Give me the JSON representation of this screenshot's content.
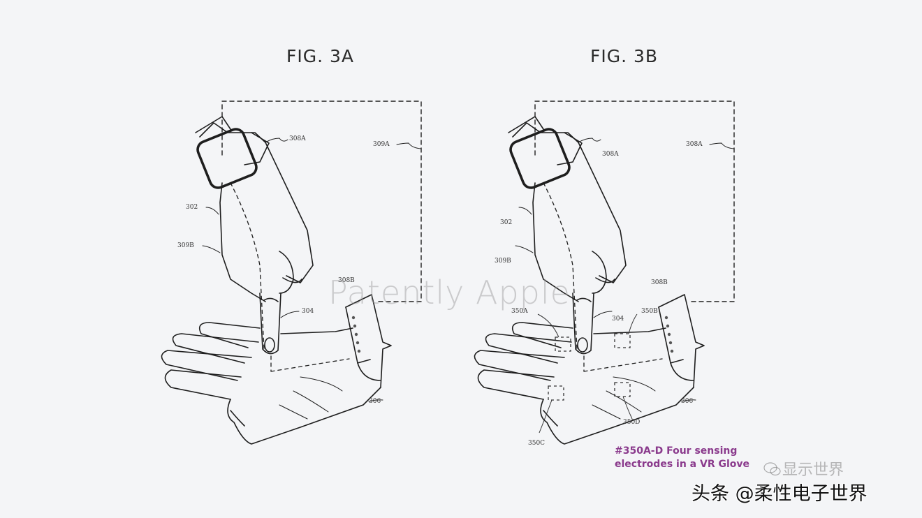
{
  "figures": [
    {
      "id": "fig3a",
      "title": "FIG. 3A",
      "labels": {
        "watch": "308A",
        "region_a": "309A",
        "hand": "302",
        "region_b": "309B",
        "finger": "304",
        "band_b": "308B",
        "hand2": "306"
      }
    },
    {
      "id": "fig3b",
      "title": "FIG. 3B",
      "labels": {
        "watch": "308A",
        "region_a": "308A",
        "hand": "302",
        "region_b": "309B",
        "finger": "304",
        "band_b": "308B",
        "hand2": "306",
        "electrode_a": "350A",
        "electrode_b": "350B",
        "electrode_c": "350C",
        "electrode_d": "350D"
      }
    }
  ],
  "watermark": "Patently Apple",
  "caption": {
    "line1": "#350A-D Four sensing",
    "line2": "electrodes in a VR Glove"
  },
  "source_marks": {
    "toutiao": "头条 @柔性电子世界",
    "wechat": "显示世界"
  },
  "colors": {
    "background": "#f4f5f7",
    "line": "#1e1e1e",
    "caption": "#8a3a8c"
  }
}
